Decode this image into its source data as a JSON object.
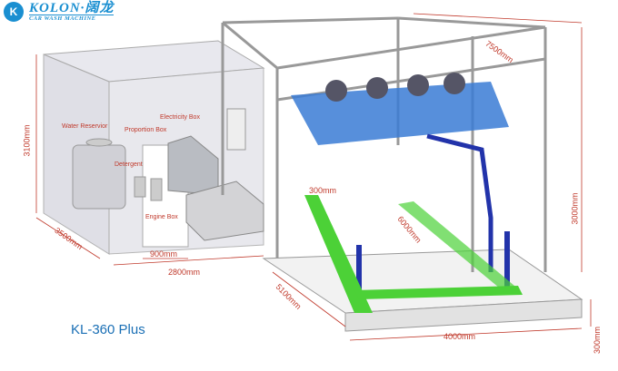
{
  "logo": {
    "mark": "K",
    "brand": "KOLON·阔龙",
    "tagline": "CAR WASH MACHINE"
  },
  "model": "KL-360 Plus",
  "components": {
    "water_reservoir": "Water Reservior",
    "proportion_box": "Proportion Box",
    "electricity_box": "Electricity Box",
    "detergent": "Detergent",
    "engine_box": "Engine Box"
  },
  "dimensions": {
    "room_height": "3100mm",
    "room_depth": "3500mm",
    "room_width": "2800mm",
    "door_width": "900mm",
    "frame_length": "7500mm",
    "frame_height": "3000mm",
    "track_width": "300mm",
    "track_length": "6000mm",
    "base_length": "5100mm",
    "base_width": "4000mm",
    "base_height": "300mm"
  }
}
